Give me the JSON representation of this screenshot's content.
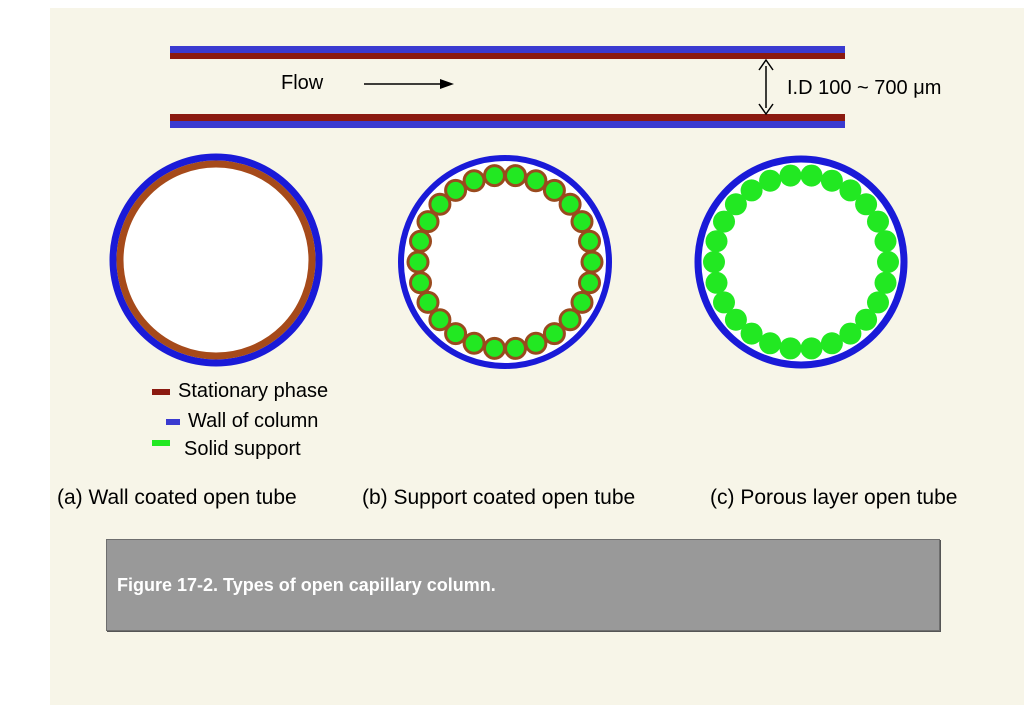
{
  "flow_label": "Flow",
  "id_label": "I.D 100 ~ 700 μm",
  "legend": [
    {
      "label": "Stationary phase",
      "color": "#8b1a10"
    },
    {
      "label": "Wall of column",
      "color": "#3a3ad0"
    },
    {
      "label": "Solid support",
      "color": "#22e822"
    }
  ],
  "captions": {
    "a": "(a) Wall coated open tube",
    "b": "(b) Support coated open tube",
    "c": "(c) Porous layer open tube"
  },
  "figure_caption": "Figure 17-2. Types of  open capillary column.",
  "colors": {
    "wall": "#1a1ad8",
    "stationary": "#8b1a10",
    "stationary_coat": "#a64a1a",
    "support": "#22e822",
    "support_outline": "#9a4a1e"
  }
}
